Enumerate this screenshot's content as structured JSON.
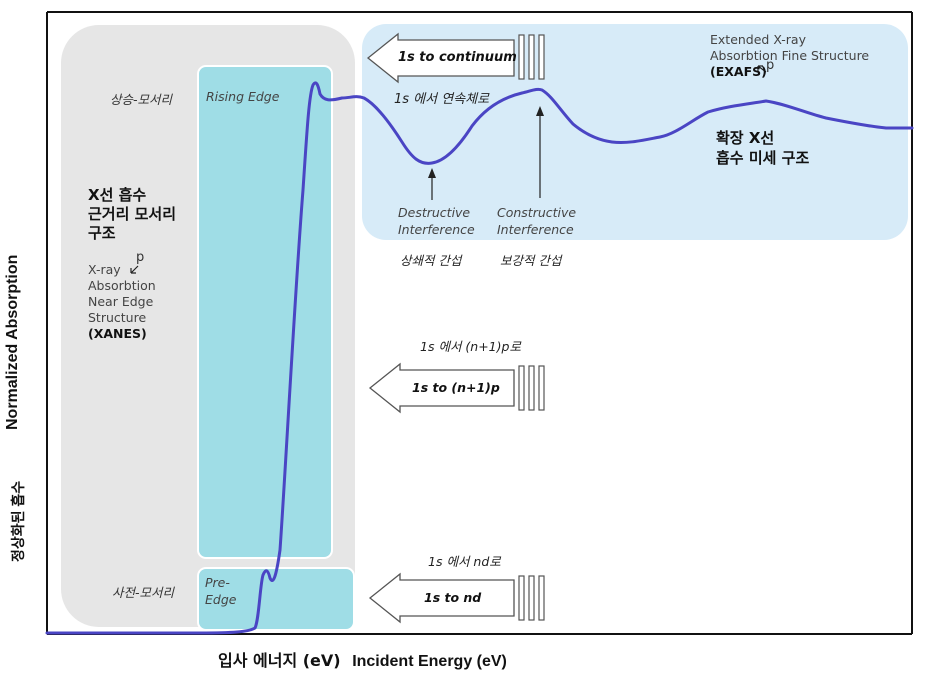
{
  "axis": {
    "xlabel_ko": "입사 에너지 (eV)",
    "xlabel_en": "Incident Energy (eV)",
    "ylabel_en": "Normalized Absorption",
    "ylabel_ko": "정상화된 흡수"
  },
  "regions": {
    "xanes": {
      "ko": [
        "X선 흡수",
        "근거리 모서리",
        "구조"
      ],
      "en": [
        "X-ray",
        "Absorbtion",
        "Near Edge",
        "Structure"
      ],
      "abbr": "(XANES)",
      "stray_mark": "p"
    },
    "exafs": {
      "en": [
        "Extended X-ray",
        "Absorbtion Fine Structure"
      ],
      "abbr": "(EXAFS)",
      "stray_mark": "p",
      "ko": [
        "확장 X선",
        "흡수 미세 구조"
      ]
    },
    "rising_edge": {
      "en": "Rising Edge",
      "ko": "상승-모서리"
    },
    "pre_edge": {
      "en": [
        "Pre-",
        "Edge"
      ],
      "ko": "사전-모서리"
    }
  },
  "interference": {
    "destructive": {
      "en": [
        "Destructive",
        "Interference"
      ],
      "ko": "상쇄적 간섭"
    },
    "constructive": {
      "en": [
        "Constructive",
        "Interference"
      ],
      "ko": "보강적 간섭"
    }
  },
  "transitions": [
    {
      "label": "1s to continuum",
      "ko": "1s 에서 연속체로"
    },
    {
      "label": "1s to (n+1)p",
      "ko": "1s 에서 (n+1)p로"
    },
    {
      "label": "1s to nd",
      "ko": "1s 에서 nd로"
    }
  ],
  "colors": {
    "curve": "#4a45c4",
    "xanes_bg": "#e6e6e6",
    "exafs_bg": "#d7ebf8",
    "edge_box": "#9fdde6",
    "axis": "#111111"
  },
  "curve_shape": "schematic XAS spectrum: flat pre-edge, small pre-edge bump, steep rising edge with white-line peak, then damped EXAFS oscillation"
}
